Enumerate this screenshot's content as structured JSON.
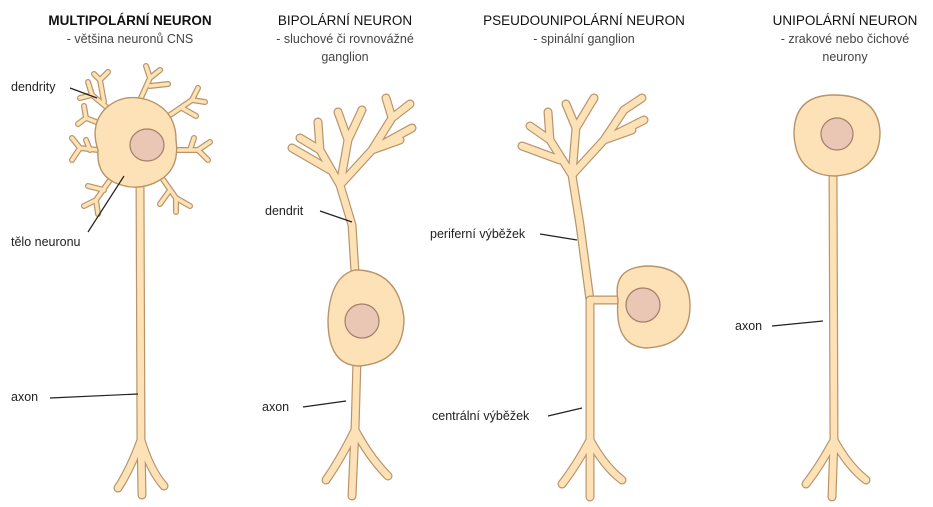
{
  "columns": [
    {
      "title": "MULTIPOLÁRNÍ NEURON",
      "subtitle": [
        "- většina neuronů CNS"
      ]
    },
    {
      "title": "BIPOLÁRNÍ NEURON",
      "subtitle": [
        "- sluchové či rovnovážné",
        "ganglion"
      ]
    },
    {
      "title": "PSEUDOUNIPOLÁRNÍ NEURON",
      "subtitle": [
        "- spinální ganglion"
      ]
    },
    {
      "title": "UNIPOLÁRNÍ NEURON",
      "subtitle": [
        "- zrakové nebo čichové",
        "neurony"
      ]
    }
  ],
  "labels": {
    "multipolar": {
      "dendrites": "dendrity",
      "body": "tělo neuronu",
      "axon": "axon"
    },
    "bipolar": {
      "dendrite": "dendrit",
      "axon": "axon"
    },
    "pseudounipolar": {
      "peripheral": "periferní výběžek",
      "central": "centrální výběžek"
    },
    "unipolar": {
      "axon": "axon"
    }
  },
  "colors": {
    "cell_fill": "#fde2b8",
    "cell_outline": "#b99468",
    "nucleus_fill": "#e9c7b4",
    "text": "#222222"
  }
}
